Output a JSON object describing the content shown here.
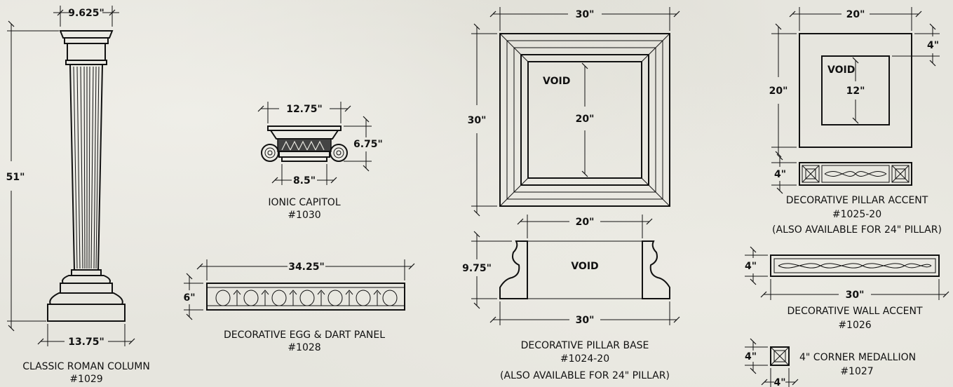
{
  "products": {
    "column": {
      "name": "CLASSIC ROMAN COLUMN",
      "code": "#1029",
      "dim_top": "9.625\"",
      "dim_height": "51\"",
      "dim_base": "13.75\""
    },
    "capitol": {
      "name": "IONIC CAPITOL",
      "code": "#1030",
      "dim_width": "12.75\"",
      "dim_height": "6.75\"",
      "dim_bottom": "8.5\""
    },
    "egg_dart": {
      "name": "DECORATIVE EGG & DART PANEL",
      "code": "#1028",
      "dim_width": "34.25\"",
      "dim_height": "6\""
    },
    "pillar_base": {
      "name": "DECORATIVE PILLAR BASE",
      "code": "#1024-20",
      "note": "(ALSO AVAILABLE FOR 24\" PILLAR)",
      "top_width": "30\"",
      "top_height": "30\"",
      "void_label": "VOID",
      "void_dim": "20\"",
      "side_top": "20\"",
      "side_height": "9.75\"",
      "side_void": "VOID",
      "side_bottom": "30\""
    },
    "pillar_accent": {
      "name": "DECORATIVE PILLAR ACCENT",
      "code": "#1025-20",
      "note": "(ALSO AVAILABLE FOR 24\" PILLAR)",
      "top_width": "20\"",
      "top_height": "20\"",
      "inset": "4\"",
      "void_label": "VOID",
      "void_dim": "12\"",
      "band_height": "4\""
    },
    "wall_accent": {
      "name": "DECORATIVE WALL ACCENT",
      "code": "#1026",
      "dim_height": "4\"",
      "dim_width": "30\""
    },
    "medallion": {
      "name": "4\" CORNER MEDALLION",
      "code": "#1027",
      "dim_height": "4\"",
      "dim_width": "4\""
    }
  }
}
